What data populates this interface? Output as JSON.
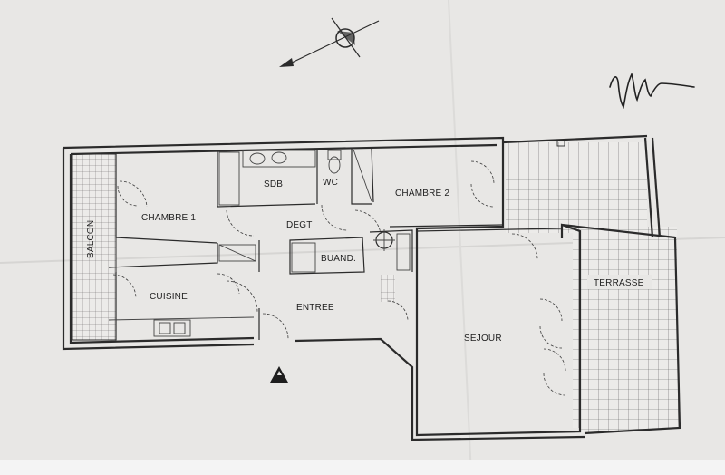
{
  "rooms": {
    "chambre1": "CHAMBRE 1",
    "sdb": "SDB",
    "wc": "WC",
    "chambre2": "CHAMBRE 2",
    "degt": "DEGT",
    "buand": "BUAND.",
    "cuisine": "CUISINE",
    "entree": "ENTREE",
    "sejour": "SEJOUR",
    "terrasse": "TERRASSE",
    "balcon": "BALCON"
  },
  "icons": {
    "compass": "compass-icon",
    "entrance": "entrance-triangle-icon",
    "signature": "handwritten-signature"
  }
}
